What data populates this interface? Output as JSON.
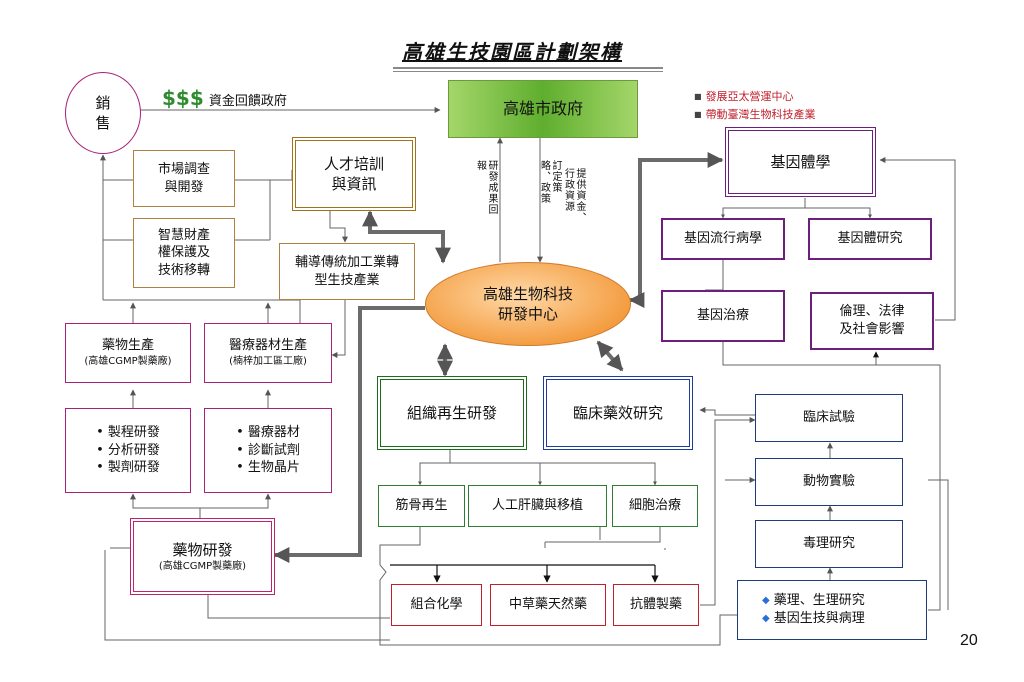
{
  "title": "高雄生技園區計劃架構",
  "page_number": "20",
  "colors": {
    "gov_green": "#7ac143",
    "center_orange": "#f39a3c",
    "red_note": "#c0202e"
  },
  "notes": [
    {
      "bullet": "■",
      "text": "發展亞太營運中心"
    },
    {
      "bullet": "■",
      "text": "帶動臺灣生物科技產業"
    }
  ],
  "sales": {
    "line1": "銷",
    "line2": "售"
  },
  "funding": {
    "symbol": "$$$",
    "text": "資金回饋政府"
  },
  "government": "高雄市政府",
  "center": {
    "line1": "高雄生物科技",
    "line2": "研發中心"
  },
  "edge_labels": {
    "results_reported": "研發成果回報",
    "strategy_policy": "訂定策略、政策",
    "funding_admin": "提供資金、行政資源"
  },
  "talent": {
    "line1": "人才培訓",
    "line2": "與資訊"
  },
  "market": {
    "line1": "市場調查",
    "line2": "與開發"
  },
  "ip": {
    "line1": "智慧財產",
    "line2": "權保護及",
    "line3": "技術移轉"
  },
  "guidance": {
    "line1": "輔導傳統加工業轉",
    "line2": "型生技產業"
  },
  "drug_production": {
    "line1": "藥物生產",
    "line2": "(高雄CGMP製藥廠)"
  },
  "device_production": {
    "line1": "醫療器材生產",
    "line2": "(楠梓加工區工廠)"
  },
  "process_rd": {
    "bullet": "•",
    "items": [
      "製程研發",
      "分析研發",
      "製劑研發"
    ]
  },
  "device_rd": {
    "bullet": "•",
    "items": [
      "醫療器材",
      "診斷試劑",
      "生物晶片"
    ]
  },
  "drug_rd": {
    "line1": "藥物研發",
    "line2": "(高雄CGMP製藥廠)"
  },
  "genomics": "基因體學",
  "gene_epi": "基因流行病學",
  "genome_research": "基因體研究",
  "gene_therapy": "基因治療",
  "ethics": {
    "line1": "倫理、法律",
    "line2": "及社會影響"
  },
  "tissue_regen": "組織再生研發",
  "clinical_drug": "臨床藥效研究",
  "bone_regen": "筋骨再生",
  "artificial_liver": "人工肝臟與移植",
  "cell_therapy": "細胞治療",
  "combi_chem": "組合化學",
  "herbal": "中草藥天然藥",
  "antibody": "抗體製藥",
  "clinical_trial": "臨床試驗",
  "animal_exp": "動物實驗",
  "toxicology": "毒理研究",
  "pharmacology": {
    "bullet": "◆",
    "items": [
      "藥理、生理研究",
      "基因生技與病理"
    ]
  }
}
